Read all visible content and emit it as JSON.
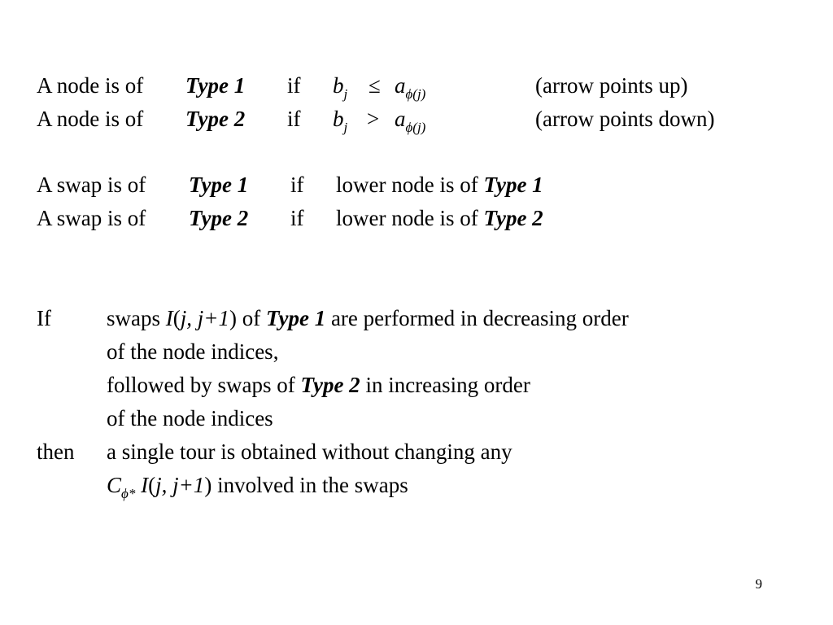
{
  "node_types": [
    {
      "prefix": "A node is of",
      "type": "Type 1",
      "cond_if": "if",
      "lhs": "b",
      "lhs_sub": "j",
      "op": "≤",
      "rhs": "a",
      "rhs_sub": "ϕ(j)",
      "note": "(arrow points up)"
    },
    {
      "prefix": "A node is of",
      "type": "Type 2",
      "cond_if": "if",
      "lhs": "b",
      "lhs_sub": "j",
      "op": ">",
      "rhs": "a",
      "rhs_sub": "ϕ(j)",
      "note": "(arrow points down)"
    }
  ],
  "swap_types": [
    {
      "prefix": "A swap is of",
      "type": "Type 1",
      "cond_if": "if",
      "condition": "lower node is of",
      "cond_type": "Type 1"
    },
    {
      "prefix": "A swap is of",
      "type": "Type 2",
      "cond_if": "if",
      "condition": "lower node is of",
      "cond_type": "Type 2"
    }
  ],
  "statement": {
    "if_word": "If",
    "l1_a": "swaps",
    "l1_I": "I",
    "l1_args": "j,  j+1",
    "l1_of": "of",
    "l1_type": "Type 1",
    "l1_rest": "are performed in decreasing order",
    "l2": "of the node indices,",
    "l3_a": "followed by swaps of",
    "l3_type": "Type 2",
    "l3_rest": "in increasing order",
    "l4": "of the node indices",
    "then_word": "then",
    "l5": "a single tour is obtained without changing any",
    "l6_C": "C",
    "l6_sub": "ϕ*",
    "l6_I": "I",
    "l6_args": "j,  j+1",
    "l6_rest": "involved in the swaps"
  },
  "page_number": "9"
}
